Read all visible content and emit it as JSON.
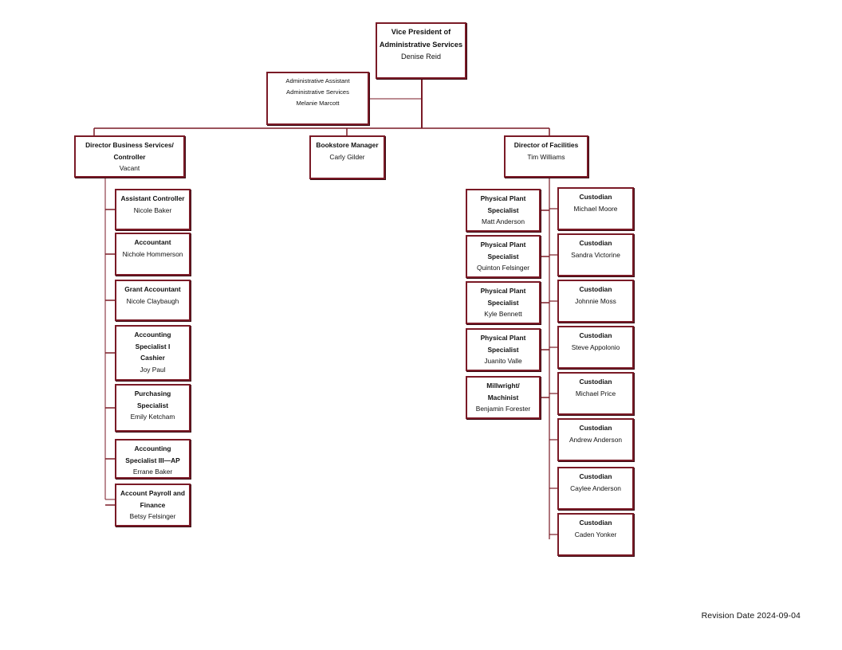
{
  "org": {
    "vp": {
      "title_line1": "Vice President of",
      "title_line2": "Administrative Services",
      "name": "Denise Reid"
    },
    "assistant": {
      "title_line1": "Administrative Assistant",
      "title_line2": "Administrative Services",
      "name": "Melanie Marcott"
    },
    "director_business": {
      "title_line1": "Director Business Services/",
      "title_line2": "Controller",
      "name": "Vacant"
    },
    "bookstore": {
      "title": "Bookstore Manager",
      "name": "Carly Gilder"
    },
    "director_facilities": {
      "title": "Director of Facilities",
      "name": "Tim Williams"
    },
    "business_staff": [
      {
        "title_lines": [
          "Assistant Controller"
        ],
        "name": "Nicole Baker"
      },
      {
        "title_lines": [
          "Accountant"
        ],
        "name": "Nichole Hommerson"
      },
      {
        "title_lines": [
          "Grant Accountant"
        ],
        "name": "Nicole Claybaugh"
      },
      {
        "title_lines": [
          "Accounting",
          "Specialist I",
          "Cashier"
        ],
        "name": "Joy Paul"
      },
      {
        "title_lines": [
          "Purchasing",
          "Specialist"
        ],
        "name": "Emily Ketcham"
      },
      {
        "title_lines": [
          "Accounting",
          "Specialist III—AP"
        ],
        "name": "Errane Baker"
      },
      {
        "title_lines": [
          "Account Payroll and",
          "Finance"
        ],
        "name": "Betsy Felsinger"
      }
    ],
    "facilities_plant": [
      {
        "title_lines": [
          "Physical Plant",
          "Specialist"
        ],
        "name": "Matt Anderson"
      },
      {
        "title_lines": [
          "Physical Plant",
          "Specialist"
        ],
        "name": "Quinton Felsinger"
      },
      {
        "title_lines": [
          "Physical Plant",
          "Specialist"
        ],
        "name": "Kyle Bennett"
      },
      {
        "title_lines": [
          "Physical Plant",
          "Specialist"
        ],
        "name": "Juanito Valle"
      },
      {
        "title_lines": [
          "Millwright/",
          "Machinist"
        ],
        "name": "Benjamin Forester"
      }
    ],
    "facilities_custodians": [
      {
        "title": "Custodian",
        "name": "Michael Moore"
      },
      {
        "title": "Custodian",
        "name": "Sandra Victorine"
      },
      {
        "title": "Custodian",
        "name": "Johnnie Moss"
      },
      {
        "title": "Custodian",
        "name": "Steve Appolonio"
      },
      {
        "title": "Custodian",
        "name": "Michael Price"
      },
      {
        "title": "Custodian",
        "name": "Andrew Anderson"
      },
      {
        "title": "Custodian",
        "name": "Caylee Anderson"
      },
      {
        "title": "Custodian",
        "name": "Caden Yonker"
      }
    ]
  },
  "footer": {
    "revision": "Revision Date 2024-09-04"
  },
  "colors": {
    "border": "#7a1a26",
    "connector": "#7a1a26"
  }
}
